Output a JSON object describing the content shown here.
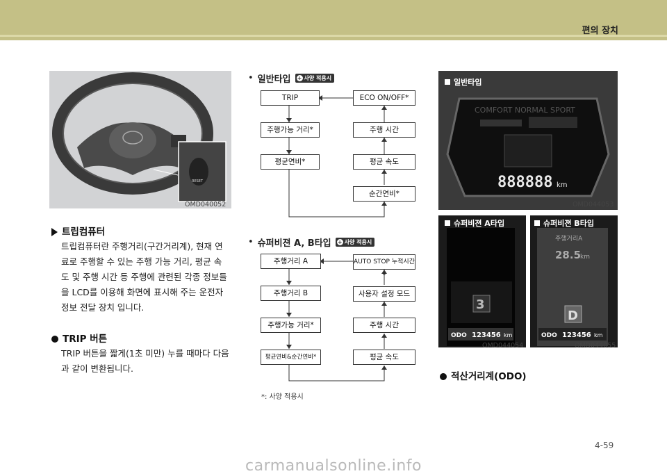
{
  "header": {
    "section_title": "편의 장치"
  },
  "left": {
    "photo_code": "OMD040052",
    "heading1": "트립컴퓨터",
    "para1": [
      "트립컴퓨터란 주행거리(구간거리계), 현재 연",
      "료로 주행할 수 있는 주행 가능 거리, 평균 속",
      "도 및 주행 시간 등 주행에 관련된 각종 정보들",
      "을 LCD를 이용해 화면에 표시해 주는 운전자",
      "정보 전달 장치 입니다."
    ],
    "heading2": "TRIP 버튼",
    "para2": [
      "TRIP 버튼을 짧게(1초 미만) 누를 때마다 다음",
      "과 같이 변환됩니다."
    ],
    "wheel_button_text": "RESET"
  },
  "middle": {
    "general": {
      "label": "일반타입",
      "badge": "사양 적용시",
      "boxes": {
        "trip": "TRIP",
        "eco": "ECO ON/OFF*",
        "range": "주행가능 거리*",
        "time": "주행 시간",
        "fuel_avg": "평균연비*",
        "speed": "평균 속도",
        "instant": "순간연비*"
      }
    },
    "supervision": {
      "label": "슈퍼비젼 A, B타입",
      "badge": "사양 적용시",
      "boxes": {
        "trip_a": "주행거리 A",
        "auto_stop": "AUTO STOP 누적시간*",
        "trip_b": "주행거리 B",
        "user": "사용자 설정 모드",
        "range": "주행가능 거리*",
        "time": "주행 시간",
        "fuel": "평균연비&순간연비*",
        "speed": "평균 속도"
      }
    },
    "footnote": "*: 사양 적용시"
  },
  "right": {
    "general_label": "일반타입",
    "general_code": "OMD044053",
    "general_odo": "888888",
    "general_unit": "km",
    "cluster_text": "COMFORT NORMAL SPORT",
    "super_a_label": "슈퍼비젼 A타입",
    "super_b_label": "슈퍼비젼 B타입",
    "super_a_code": "OMD044054",
    "super_b_code": "OMD044055",
    "odo_label": "ODO",
    "odo_value": "123456",
    "odo_unit": "km",
    "super_b_trip_label": "주행거리A",
    "super_b_trip_value": "28.5",
    "super_b_trip_unit": "km",
    "super_b_gear": "D",
    "super_a_gear": "3",
    "heading_odo": "적산거리계(ODO)"
  },
  "page_number": "4-59",
  "watermark": "carmanualsonline.info",
  "colors": {
    "header": "#c4c086",
    "photo_bg": "#d2d3d5",
    "dark_panel": "#1b1b1b"
  }
}
